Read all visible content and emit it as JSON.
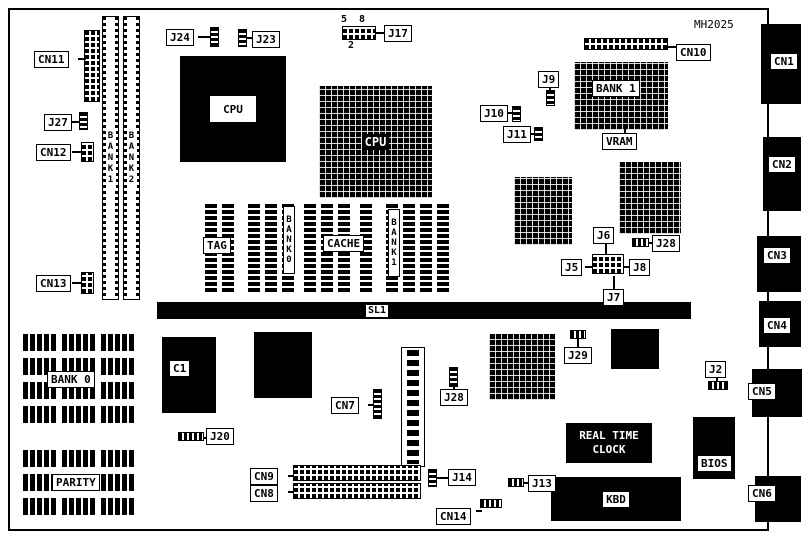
{
  "title": "MH2025",
  "labels": {
    "cn11": "CN11",
    "j24": "J24",
    "j23": "J23",
    "j17": "J17",
    "j17_pin5": "5",
    "j17_pin8": "8",
    "j17_pin2": "2",
    "cn10": "CN10",
    "cn1": "CN1",
    "cpu1": "CPU",
    "cpu2": "CPU",
    "slot_bank1": "BANK1",
    "slot_bank2": "BANK2",
    "j27": "J27",
    "cn12": "CN12",
    "cn2": "CN2",
    "j9": "J9",
    "j10": "J10",
    "j11": "J11",
    "vram_bank": "BANK 1",
    "vram": "VRAM",
    "tag": "TAG",
    "cache_bank0": "BANK0",
    "cache": "CACHE",
    "cache_bank1": "BANK1",
    "j6": "J6",
    "j28_top": "J28",
    "j5": "J5",
    "j8": "J8",
    "j7": "J7",
    "cn3": "CN3",
    "cn13": "CN13",
    "sl1": "SL1",
    "cn4": "CN4",
    "bank0": "BANK 0",
    "c1": "C1",
    "cn7": "CN7",
    "j28_mid": "J28",
    "j29": "J29",
    "j2": "J2",
    "cn5": "CN5",
    "j20": "J20",
    "rtc_line1": "REAL TIME",
    "rtc_line2": "CLOCK",
    "bios": "BIOS",
    "parity": "PARITY",
    "cn9": "CN9",
    "cn8": "CN8",
    "j14": "J14",
    "j13": "J13",
    "kbd": "KBD",
    "cn14": "CN14",
    "cn6": "CN6"
  }
}
